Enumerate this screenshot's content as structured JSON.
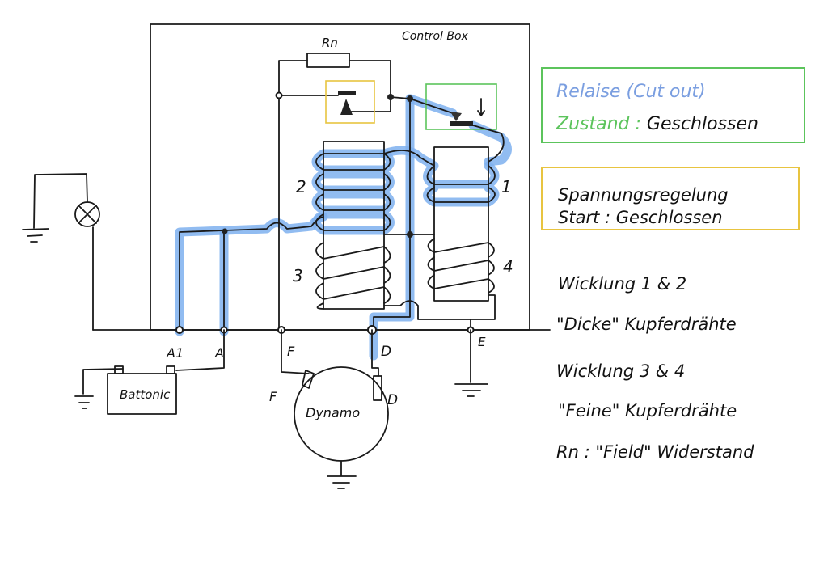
{
  "diagram": {
    "control_box_label": "Control Box",
    "resistor_label": "Rn",
    "coil_labels": {
      "c1": "1",
      "c2": "2",
      "c3": "3",
      "c4": "4"
    },
    "terminals": {
      "a1": "A1",
      "a": "A",
      "f": "F",
      "d": "D",
      "e": "E"
    },
    "battery_label": "Battonic",
    "dynamo_label": "Dynamo",
    "dynamo_terminals": {
      "f": "F",
      "d": "D"
    }
  },
  "notes": {
    "relay_box": {
      "title": "Relaise (Cut out)",
      "state_label": "Zustand",
      "state_value": "Geschlossen"
    },
    "regulator_box": {
      "title": "Spannungsregelung",
      "state_label": "Start",
      "state_value": "Geschlossen"
    },
    "legend": [
      "Wicklung 1 & 2",
      "\"Dicke\" Kupferdrähte",
      "Wicklung 3 & 4",
      "\"Feine\" Kupferdrähte",
      "Rn : \"Field\" Widerstand"
    ]
  },
  "colors": {
    "highlight": "#7eb0ee",
    "relay_box": "#5cc45c",
    "regulator_box": "#e8c440",
    "relay_title": "#7a9ee0"
  }
}
